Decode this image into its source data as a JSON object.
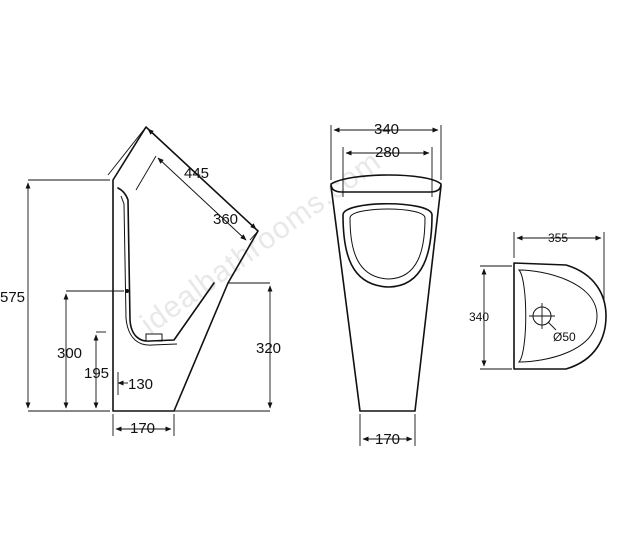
{
  "watermark": "idealbathrooms.com",
  "side_view": {
    "height_575": "575",
    "height_300": "300",
    "height_195": "195",
    "height_320": "320",
    "depth_445": "445",
    "depth_360": "360",
    "bowl_130": "130",
    "base_170": "170"
  },
  "front_view": {
    "width_340": "340",
    "width_280": "280",
    "base_170": "170"
  },
  "top_view": {
    "length_355": "355",
    "width_340": "340",
    "outlet_diameter": "Ø50"
  }
}
